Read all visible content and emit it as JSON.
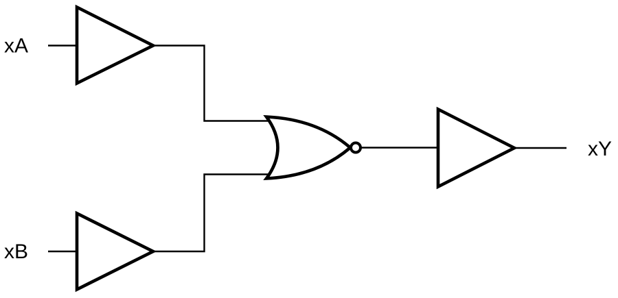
{
  "diagram": {
    "kind": "logic-circuit-schematic",
    "background_color": "#ffffff",
    "line_color": "#000000",
    "inputs": [
      {
        "label": "xA"
      },
      {
        "label": "xB"
      }
    ],
    "output": {
      "label": "xY"
    },
    "gates": [
      {
        "name": "buffer-a",
        "type": "buffer",
        "feeds": "nor-gate input 1"
      },
      {
        "name": "buffer-b",
        "type": "buffer",
        "feeds": "nor-gate input 2"
      },
      {
        "name": "nor-gate",
        "type": "nor",
        "feeds": "buffer-y"
      },
      {
        "name": "buffer-y",
        "type": "buffer",
        "feeds": "output xY"
      }
    ]
  }
}
